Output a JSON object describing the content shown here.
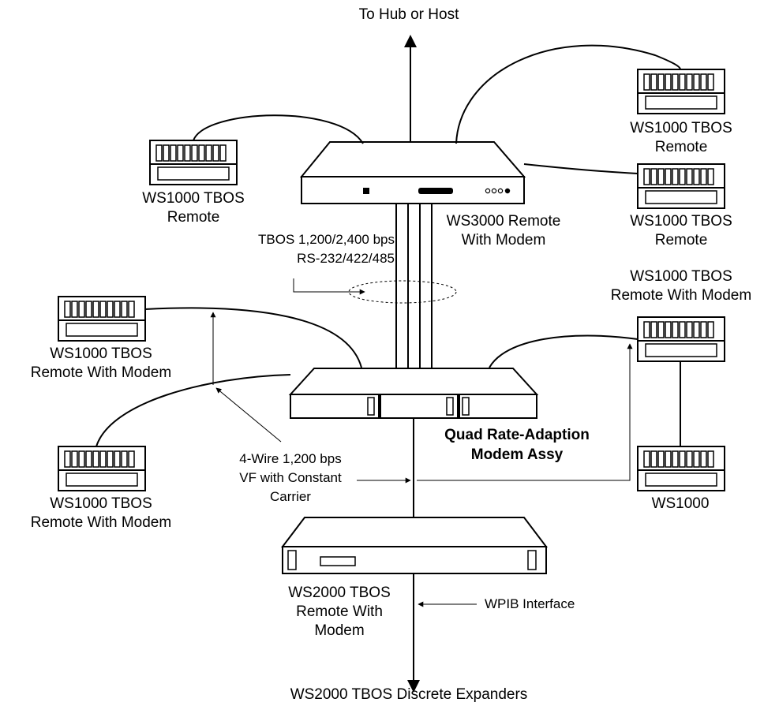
{
  "labels": {
    "top": "To Hub or Host",
    "bottom": "WS2000 TBOS Discrete Expanders",
    "remote_left_top": [
      "WS1000 TBOS",
      "Remote"
    ],
    "remote_right_top": [
      "WS1000 TBOS",
      "Remote"
    ],
    "remote_right_mid": [
      "WS1000 TBOS",
      "Remote"
    ],
    "ws3000": [
      "WS3000 Remote",
      "With Modem"
    ],
    "tbos_link": [
      "TBOS 1,200/2,400 bps",
      "RS-232/422/485"
    ],
    "remote_right_modem": [
      "WS1000 TBOS",
      "Remote With Modem"
    ],
    "remote_left_modem_upper": [
      "WS1000 TBOS",
      "Remote With Modem"
    ],
    "remote_left_modem_lower": [
      "WS1000 TBOS",
      "Remote With Modem"
    ],
    "quad": [
      "Quad Rate-Adaption",
      "Modem Assy"
    ],
    "four_wire": [
      "4-Wire 1,200 bps",
      "VF with Constant",
      "Carrier"
    ],
    "ws1000": "WS1000",
    "ws2000": [
      "WS2000 TBOS",
      "Remote With",
      "Modem"
    ],
    "wpib": "WPIB Interface"
  }
}
